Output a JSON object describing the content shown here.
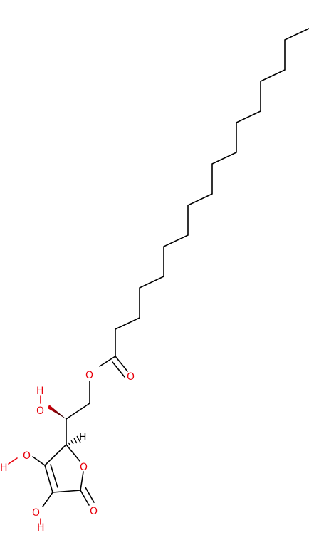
{
  "colors": {
    "bond": "#000000",
    "heteroatom": "#e8000b",
    "background": "#ffffff"
  },
  "labels": {
    "ester_O": "O",
    "carbonyl_O": "O",
    "side_OH_H": "H",
    "side_OH_O": "O",
    "ring_CH_H": "H",
    "ring_O": "O",
    "lactone_O": "O",
    "enol_top_H": "H",
    "enol_top_O": "O",
    "enol_bottom_O": "O",
    "enol_bottom_H": "H"
  }
}
